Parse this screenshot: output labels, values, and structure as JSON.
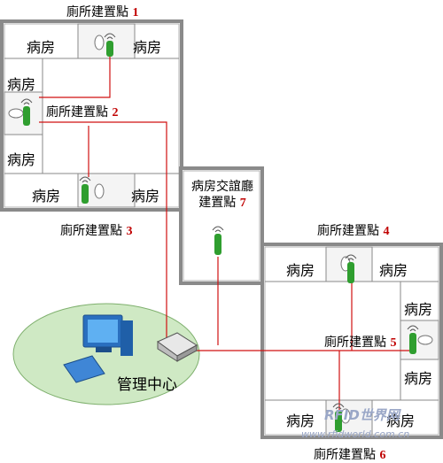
{
  "colors": {
    "wall": "#8a8a8a",
    "wire": "#d01010",
    "antenna": "#2f9e2f",
    "ellipse": "#cfe9c4",
    "label_number": "#c00000"
  },
  "site_prefix": "廁所建置點",
  "sites": [
    {
      "label": "廁所建置點",
      "number": "1"
    },
    {
      "label": "廁所建置點",
      "number": "2"
    },
    {
      "label": "廁所建置點",
      "number": "3"
    },
    {
      "label": "廁所建置點",
      "number": "4"
    },
    {
      "label": "廁所建置點",
      "number": "5"
    },
    {
      "label": "廁所建置點",
      "number": "6"
    }
  ],
  "lounge": {
    "line1": "病房交誼廳",
    "line2": "建置點",
    "number": "7"
  },
  "room_label": "病房",
  "rooms_a": [
    "病房",
    "病房",
    "病房",
    "病房",
    "病房",
    "病房"
  ],
  "rooms_b": [
    "病房",
    "病房",
    "病房",
    "病房",
    "病房",
    "病房"
  ],
  "control_center": "管理中心",
  "watermark": {
    "brand": "RFID世界网",
    "url": "www.rfidworld.com.cn"
  }
}
